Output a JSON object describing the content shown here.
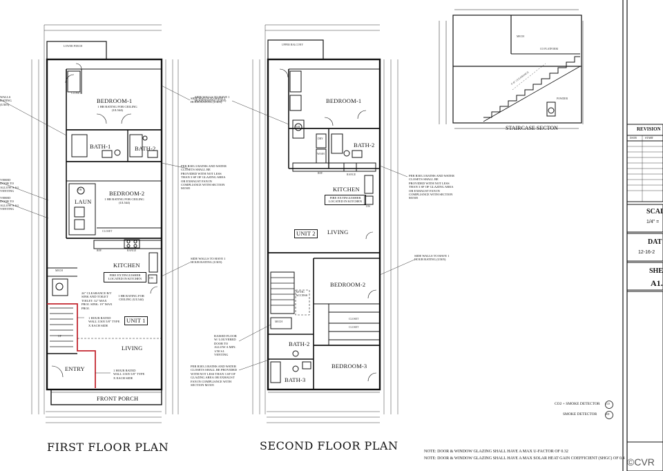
{
  "sheet": {
    "first_floor": {
      "title": "FIRST FLOOR PLAN",
      "rooms": {
        "bedroom1": "BEDROOM-1",
        "bath1": "BATH-1",
        "bath2": "BATH-2",
        "bedroom2": "BEDROOM-2",
        "laun": "LAUN",
        "kitchen": "KITCHEN",
        "unit": "UNIT 1",
        "living": "LIVING",
        "entry": "ENTRY",
        "porch": "FRONT PORCH",
        "lower_porch": "LOWER PORCH",
        "mech": "MECH",
        "closet": "CLOSET",
        "closet2": "CLOSET",
        "wh": "WH",
        "ref": "REF.",
        "range": "RANGE",
        "dw": "DW",
        "up": "UP"
      },
      "notes": {
        "bed1_rating": "1 HR RATING FOR CEILING (UL544)",
        "bed2_rating": "1 HR RATING FOR CEILING (UL544)",
        "kitchen_fire": "FIRE EXTINGUISHER LOCATED IN KITCHEN",
        "kitchen_rating": "1 HR RATING FOR CEILING (UL544)",
        "stair_clear": "24\" CLEARANCE B/T SINK AND TOILET TOILET: 32\" MAX PROJ. SINK: 19\" MAX PROJ.",
        "rated_wall_1": "1 HOUR RATED WALL U305 5/8\" TYPE X EACH SIDE",
        "rated_wall_2": "1 HOUR RATED WALL U305 5/8\" TYPE X EACH SIDE",
        "side_walls_top": "SIDE WALLS TO HAVE 1 HOUR RATING (U305)",
        "side_walls_mid": "SIDE WALLS TO HAVE 1 HOUR RATING (U305)",
        "baths_note": "PER R303.3 BATHS AND WATER CLOSETS SHALL BE PROVIDED WITH NOT LESS THAN 3 SF OF GLAZING AREA OR EXHAUST FAN IN COMPLIANCE WITH SECTION M1505",
        "left_walls": "WALLS RATING (U305)",
        "left_door1": "VERED DOOR TO ALLOW A S.I. VENTING",
        "left_door2": "VERED DOOR TO ALLOW A S.I. VENTING"
      }
    },
    "second_floor": {
      "title": "SECOND FLOOR PLAN",
      "rooms": {
        "upper_balcony": "UPPER BALCONY",
        "bedroom1": "BEDROOM-1",
        "bath2": "BATH-2",
        "kitchen": "KITCHEN",
        "unit": "UNIT 2",
        "living": "LIVING",
        "bedroom2": "BEDROOM-2",
        "bath2b": "BATH-2",
        "bath3": "BATH-3",
        "bedroom3": "BEDROOM-3",
        "mech": "MECH",
        "closet1": "CLOSET",
        "closet2": "CLOSET",
        "attic": "ATTIC ACCESS",
        "wh": "WH",
        "wash": "WASH",
        "dry": "DRY",
        "ref": "REF.",
        "range": "RANGE",
        "dw": "DW"
      },
      "notes": {
        "kitchen_fire": "FIRE EXTINGUISHER LOCATED IN KITCHEN",
        "side_walls_top": "SIDE WALLS TO HAVE 1 HOUR RATING (U305)",
        "side_walls_mid": "SIDE WALLS TO HAVE 1 HOUR RATING (U305)",
        "baths_note_top": "PER R303.3 BATHS AND WATER CLOSETS SHALL BE PROVIDED WITH NOT LESS THAN 3 SF OF GLAZING AREA OR EXHAUST FAN IN COMPLIANCE WITH SECTION M1505",
        "baths_note_bottom": "PER R303.3 BATHS AND WATER CLOSETS SHALL BE PROVIDED WITH NOT LESS THAN 3 SF OF GLAZING AREA OR EXHAUST FAN IN COMPLIANCE WITH SECTION M1505",
        "raised_floor": "RAISED FLOOR W/ LOUVERED DOOR TO ALLOW A MIN. 1/50 S.I. VENTING"
      }
    },
    "staircase": {
      "title": "STAIRCASE SECTON",
      "mech": "MECH",
      "platform": "CO PLATFORM",
      "clearance": "6'-8\" CLEARANCE",
      "powder": "POWDER"
    },
    "legend": {
      "co_smoke": "CO2 + SMOKE DETECTOR",
      "co_symbol": "CO",
      "smoke": "SMOKE DETECTOR",
      "smoke_symbol": "SD"
    },
    "notes": {
      "u_factor": "NOTE: DOOR & WINDOW GLAZING SHALL HAVE A MAX U-FACTOR OF 0.32",
      "shgc": "NOTE: DOOR & WINDOW GLAZING SHALL HAVE A MAX SOLAR HEAT GAIN COEFFICIENT (SHGC) OF 0.4"
    },
    "title_block": {
      "revision": "REVISION",
      "date_col": "DATE",
      "start_col": "START",
      "scale_label": "SCAL",
      "scale_value": "1/4\" =",
      "date_label": "DAT",
      "date_value": "12-16-2",
      "sheet_label": "SHE",
      "sheet_value": "A1."
    },
    "watermark": "©CVR"
  }
}
